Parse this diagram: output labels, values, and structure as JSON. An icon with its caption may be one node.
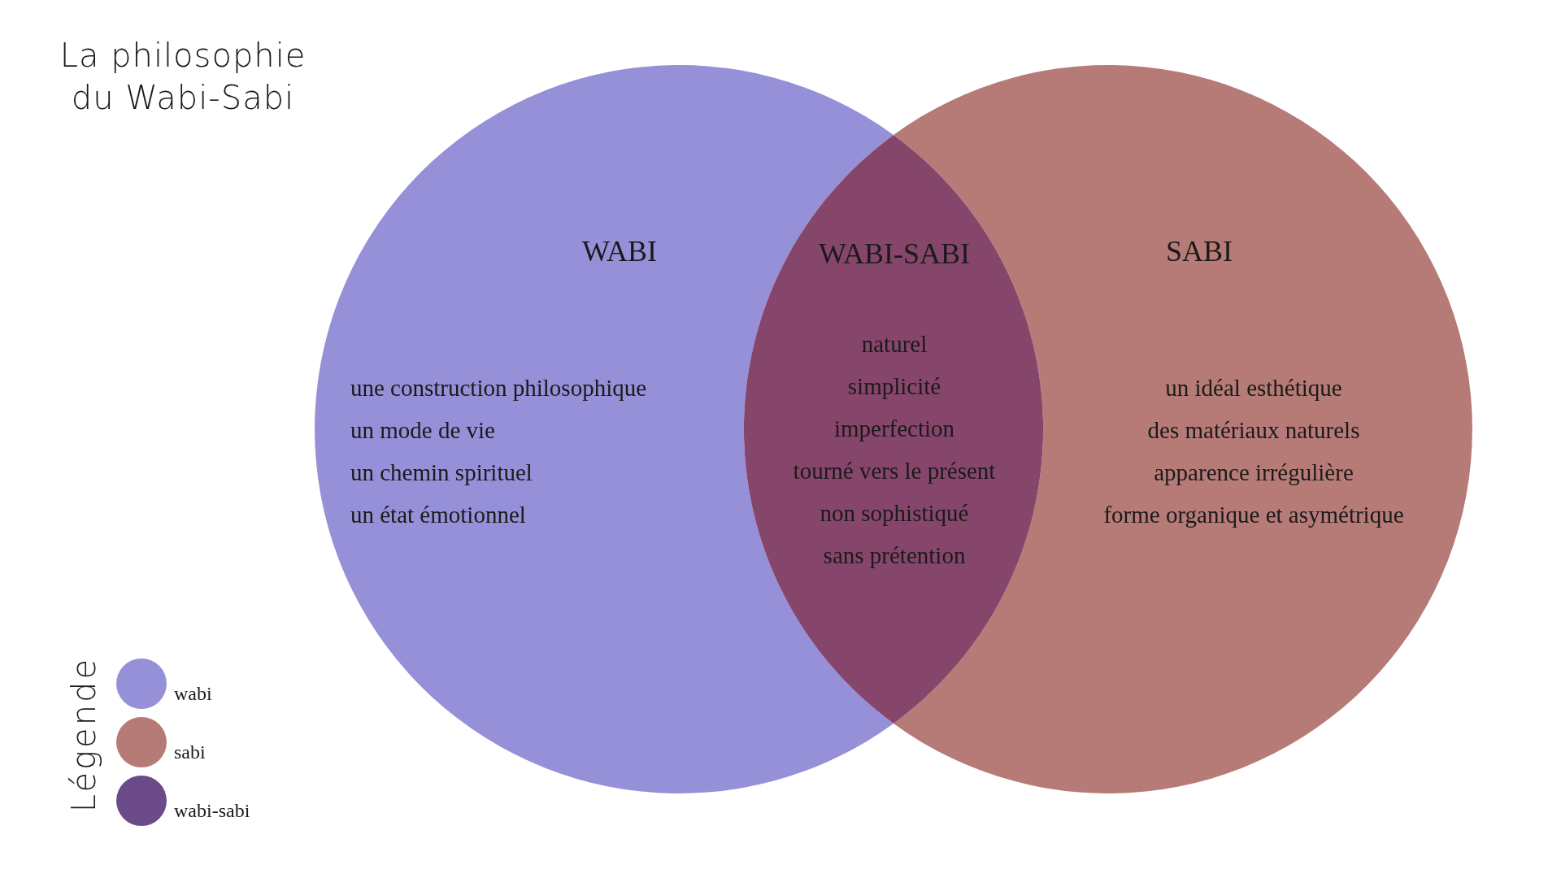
{
  "diagram": {
    "title": "La philosophie du Wabi-Sabi",
    "nodes": [
      {
        "text": [
          "WABI",
          "une construction philosophique",
          "un mode de vie",
          "un chemin spirituel",
          "un état émotionnel"
        ]
      },
      {
        "text": [
          "SABI",
          "un idéal esthétique",
          "des matériaux naturels",
          "apparence irrégulière",
          "forme organique et asymétrique"
        ]
      },
      {
        "text": [
          "WABI-SABI",
          "naturel",
          "simplicité",
          "imperfection",
          "tourné vers le présent",
          "non sophistiqué",
          "sans prétention"
        ]
      }
    ],
    "edges": [],
    "labels": [
      "Légende"
    ],
    "legend": [
      {
        "text": "wabi",
        "color": "#9590d8"
      },
      {
        "text": "sabi",
        "color": "#b67b76"
      },
      {
        "text": "wabi-sabi",
        "color": "#6b4a8a"
      }
    ]
  }
}
